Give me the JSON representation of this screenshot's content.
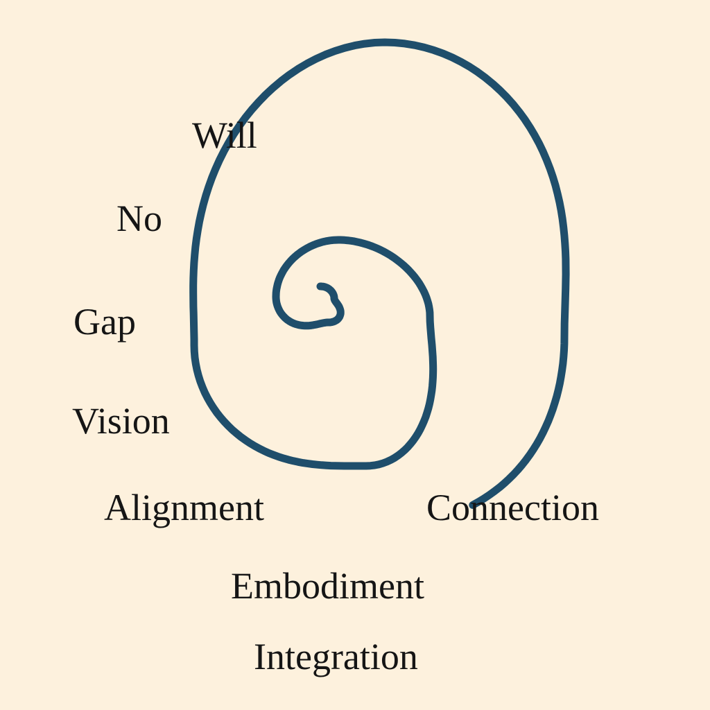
{
  "diagram": {
    "spiral_color": "#1f4e6b",
    "background_color": "#fdf1dd",
    "text_color": "#151515",
    "words": {
      "will": "Will",
      "no": "No",
      "gap": "Gap",
      "vision": "Vision",
      "alignment": "Alignment",
      "connection": "Connection",
      "embodiment": "Embodiment",
      "integration": "Integration"
    }
  }
}
